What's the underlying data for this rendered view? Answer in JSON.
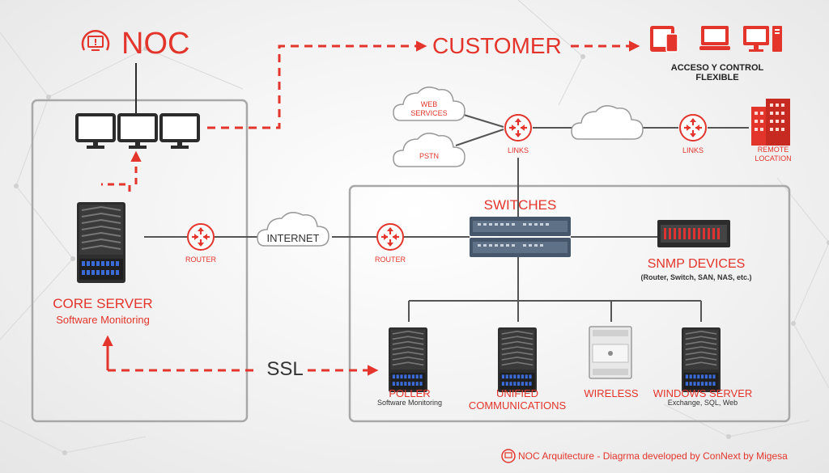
{
  "noc": {
    "title": "NOC"
  },
  "customer": {
    "title": "CUSTOMER",
    "subtitle": "ACCESO Y CONTROL FLEXIBLE"
  },
  "core_server": {
    "title": "CORE SERVER",
    "subtitle": "Software Monitoring"
  },
  "router_left": "ROUTER",
  "router_right": "ROUTER",
  "internet": "INTERNET",
  "ssl": "SSL",
  "web_services": [
    "WEB",
    "SERVICES"
  ],
  "pstn": "PSTN",
  "links_1": "LINKS",
  "links_2": "LINKS",
  "remote_location": [
    "REMOTE",
    "LOCATION"
  ],
  "switches": "SWITCHES",
  "snmp": {
    "title": "SNMP DEVICES",
    "subtitle": "(Router, Switch, SAN, NAS, etc.)"
  },
  "poller": {
    "title": "POLLER",
    "subtitle": "Software Monitoring"
  },
  "unified": [
    "UNIFIED",
    "COMMUNICATIONS"
  ],
  "wireless": "WIRELESS",
  "windows_server": {
    "title": "WINDOWS SERVER",
    "subtitle": "Exchange, SQL, Web"
  },
  "footer": "NOC Arquitecture - Diagrma developed by ConNext by Migesa",
  "colors": {
    "accent": "#e3352b",
    "dark": "#2b2b2b",
    "line": "#555555",
    "box": "#a8a8a8"
  },
  "icons": [
    "noc-logo-icon",
    "monitor-icon",
    "tablet-icon",
    "laptop-icon",
    "desktop-icon",
    "server-icon",
    "router-icon",
    "cloud-icon",
    "switch-icon",
    "rack-device-icon",
    "wireless-ap-icon",
    "building-icon"
  ]
}
